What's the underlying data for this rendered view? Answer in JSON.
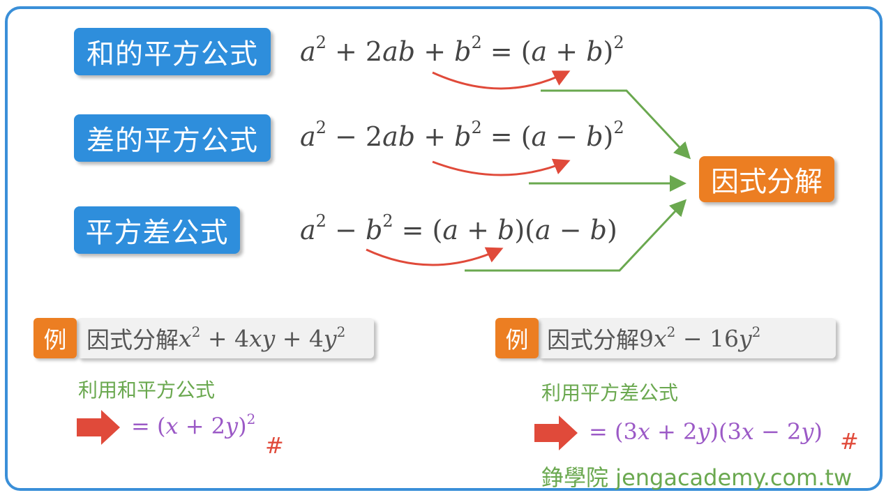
{
  "formulas": [
    {
      "label": "和的平方公式",
      "lhs": [
        "a",
        "2",
        " + 2",
        "ab",
        " + ",
        "b",
        "2"
      ],
      "rhs_open": " = (",
      "rhs_a": "a",
      "rhs_op": " + ",
      "rhs_b": "b",
      "rhs_close": ")",
      "rhs_exp": "2"
    },
    {
      "label": "差的平方公式",
      "lhs": [
        "a",
        "2",
        " − 2",
        "ab",
        " + ",
        "b",
        "2"
      ],
      "rhs_open": " = (",
      "rhs_a": "a",
      "rhs_op": " − ",
      "rhs_b": "b",
      "rhs_close": ")",
      "rhs_exp": "2"
    },
    {
      "label": "平方差公式",
      "text": "",
      "a": "a",
      "e1": "2",
      "minus": " − ",
      "b": "b",
      "e2": "2",
      "rhs": " = (",
      "r1a": "a",
      "r1op": " + ",
      "r1b": "b",
      "mid": ")(",
      "r2a": "a",
      "r2op": " − ",
      "r2b": "b",
      "end": ")"
    }
  ],
  "result_label": "因式分解",
  "examples": [
    {
      "badge": "例",
      "prefix": "因式分解",
      "m1": "x",
      "e1": "2",
      "m2": " + 4",
      "m3": "xy",
      "m4": " + 4",
      "m5": "y",
      "e2": "2",
      "hint": "利用和平方公式",
      "ans_open": "= (",
      "ans_x": "x",
      "ans_op": " + 2",
      "ans_y": "y",
      "ans_close": ")",
      "ans_exp": "2",
      "hash": "#"
    },
    {
      "badge": "例",
      "prefix": "因式分解",
      "m1": "9",
      "m2": "x",
      "e1": "2",
      "m3": " − 16",
      "m4": "y",
      "e2": "2",
      "hint": "利用平方差公式",
      "ans_a": "= (3",
      "ans_b": "x",
      "ans_c": " + 2",
      "ans_d": "y",
      "ans_e": ")(3",
      "ans_f": "x",
      "ans_g": " − 2",
      "ans_h": "y",
      "ans_i": ")",
      "hash": "#"
    }
  ],
  "footer": "錚學院 jengacademy.com.tw",
  "colors": {
    "frame": "#3a8fd8",
    "pill": "#2e8edc",
    "result": "#ec7e22",
    "red_arrow": "#e04a3a",
    "green_arrow": "#6aa84f",
    "answer": "#9b59c6"
  }
}
